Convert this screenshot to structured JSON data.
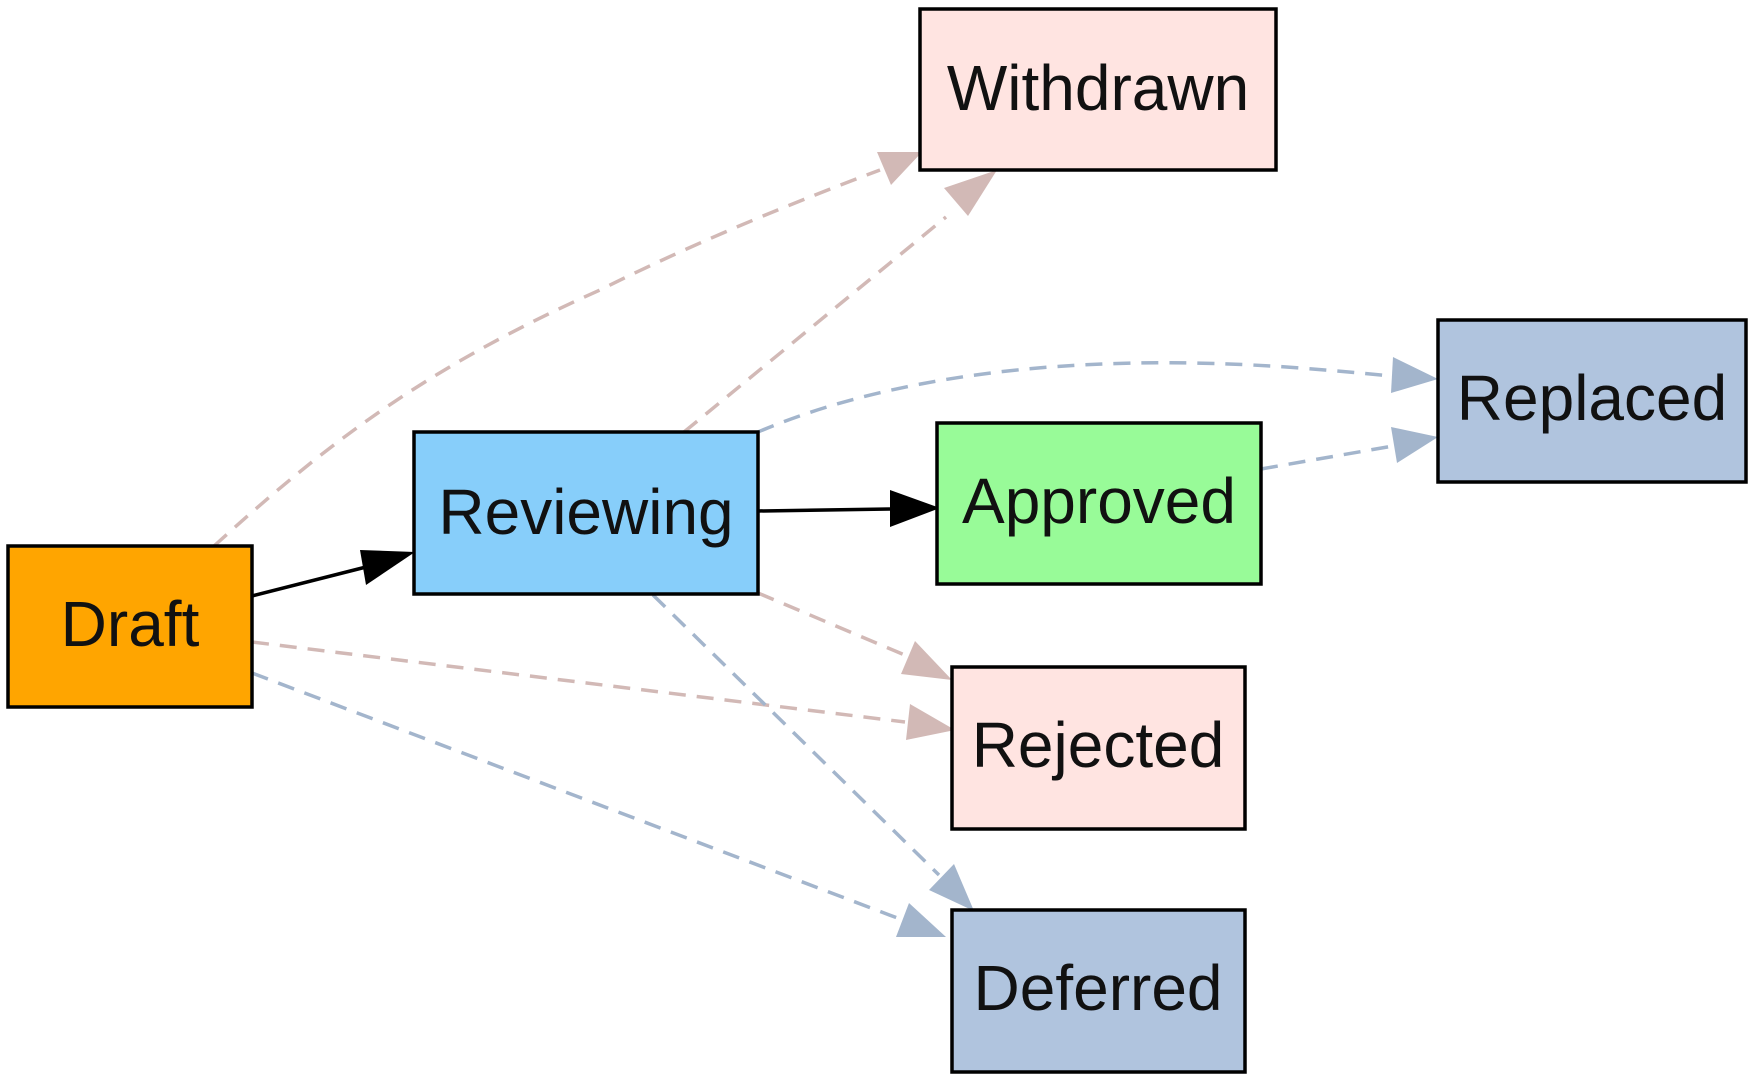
{
  "nodes": [
    {
      "id": "draft",
      "label": "Draft",
      "fill": "#FFA500"
    },
    {
      "id": "reviewing",
      "label": "Reviewing",
      "fill": "#87CEFA"
    },
    {
      "id": "approved",
      "label": "Approved",
      "fill": "#98FB98"
    },
    {
      "id": "withdrawn",
      "label": "Withdrawn",
      "fill": "#FFE4E1"
    },
    {
      "id": "rejected",
      "label": "Rejected",
      "fill": "#FFE4E1"
    },
    {
      "id": "replaced",
      "label": "Replaced",
      "fill": "#B0C4DE"
    },
    {
      "id": "deferred",
      "label": "Deferred",
      "fill": "#B0C4DE"
    }
  ],
  "edges": [
    {
      "from": "draft",
      "to": "reviewing",
      "style": "solid",
      "color": "#000000"
    },
    {
      "from": "reviewing",
      "to": "approved",
      "style": "solid",
      "color": "#000000"
    },
    {
      "from": "draft",
      "to": "withdrawn",
      "style": "dashed",
      "color": "#D2B9B6"
    },
    {
      "from": "reviewing",
      "to": "withdrawn",
      "style": "dashed",
      "color": "#D2B9B6"
    },
    {
      "from": "reviewing",
      "to": "replaced",
      "style": "dashed",
      "color": "#A3B5CC"
    },
    {
      "from": "approved",
      "to": "replaced",
      "style": "dashed",
      "color": "#A3B5CC"
    },
    {
      "from": "reviewing",
      "to": "rejected",
      "style": "dashed",
      "color": "#D2B9B6"
    },
    {
      "from": "draft",
      "to": "rejected",
      "style": "dashed",
      "color": "#D2B9B6"
    },
    {
      "from": "reviewing",
      "to": "deferred",
      "style": "dashed",
      "color": "#A3B5CC"
    },
    {
      "from": "draft",
      "to": "deferred",
      "style": "dashed",
      "color": "#A3B5CC"
    }
  ]
}
